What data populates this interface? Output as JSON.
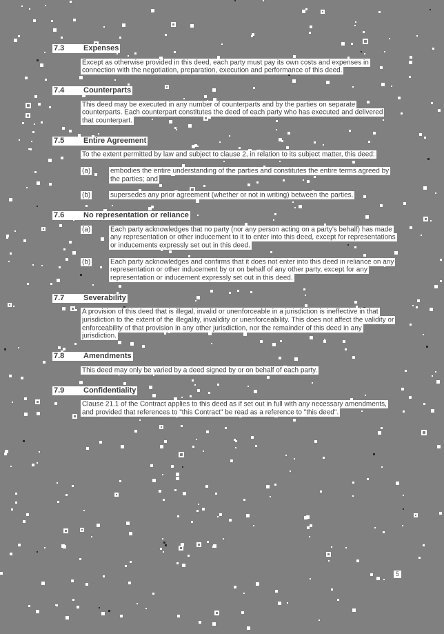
{
  "colors": {
    "page_bg": "#808080",
    "text": "#3c3c3c",
    "highlight": "#ffffff",
    "noise_light": "#ffffff",
    "noise_dark": "#2a2a2a"
  },
  "page": {
    "number": "5"
  },
  "sections": [
    {
      "num": "7.3",
      "heading": "Expenses",
      "body": [
        "Except as otherwise provided in this deed, each party must pay its own costs and expenses in connection with the negotiation, preparation, execution and performance of this deed."
      ],
      "items": []
    },
    {
      "num": "7.4",
      "heading": "Counterparts",
      "body": [
        "This deed may be executed in any number of counterparts and by the parties on separate counterparts. Each counterpart constitutes the deed of each party who has executed and delivered that counterpart."
      ],
      "items": []
    },
    {
      "num": "7.5",
      "heading": "Entire Agreement",
      "body": [
        "To the extent permitted by law and subject to clause 2, in relation to its subject matter, this deed:"
      ],
      "items": [
        {
          "label": "(a)",
          "text": "embodies the entire understanding of the parties and constitutes the entire terms agreed by the parties; and"
        },
        {
          "label": "(b)",
          "text": "supersedes any prior agreement (whether or not in writing) between the parties."
        }
      ]
    },
    {
      "num": "7.6",
      "heading": "No representation or reliance",
      "body": [],
      "items": [
        {
          "label": "(a)",
          "text": "Each party acknowledges that no party (nor any person acting on a party's behalf) has made any representation or other inducement to it to enter into this deed, except for representations or inducements expressly set out in this deed."
        },
        {
          "label": "(b)",
          "text": "Each party acknowledges and confirms that it does not enter into this deed in reliance on any representation or other inducement by or on behalf of any other party, except for any representation or inducement expressly set out in this deed."
        }
      ]
    },
    {
      "num": "7.7",
      "heading": "Severability",
      "body": [
        "A provision of this deed that is illegal, invalid or unenforceable in a jurisdiction is ineffective in that jurisdiction to the extent of the illegality, invalidity or unenforceability.  This does not affect the validity or enforceability of that provision in any other jurisdiction, nor the remainder of this deed in any jurisdiction."
      ],
      "items": []
    },
    {
      "num": "7.8",
      "heading": "Amendments",
      "body": [
        "This deed may only be varied by a deed signed by or on behalf of each party."
      ],
      "items": []
    },
    {
      "num": "7.9",
      "heading": "Confidentiality",
      "body": [
        "Clause 21.1 of the Contract applies to this deed as if set out in full with any necessary amendments, and provided that references to \"this Contract\" be read as a reference to \"this deed\"."
      ],
      "items": []
    }
  ]
}
